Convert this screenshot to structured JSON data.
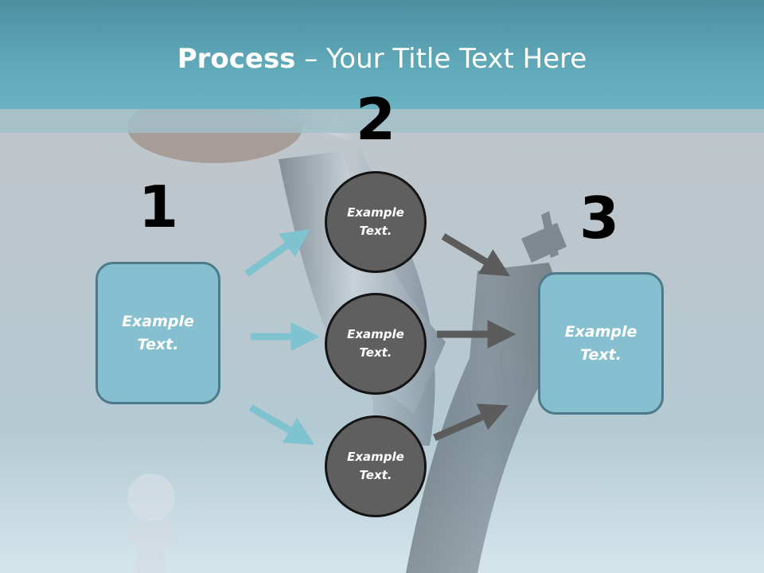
{
  "slide": {
    "title_bold": "Process",
    "title_rest": " – Your Title Text Here"
  },
  "steps": {
    "step1_number": "1",
    "step2_number": "2",
    "step3_number": "3"
  },
  "nodes": {
    "left_box": "Example Text.",
    "right_box": "Example Text.",
    "circles": [
      "Example Text.",
      "Example Text.",
      "Example Text."
    ]
  },
  "colors": {
    "header": "#5ea7b7",
    "box_fill": "#86c0d0",
    "box_border": "#4d7a8a",
    "circle_fill": "#5f5f5f",
    "light_arrow": "#7fc2d0",
    "dark_arrow": "#5c5c5c"
  }
}
